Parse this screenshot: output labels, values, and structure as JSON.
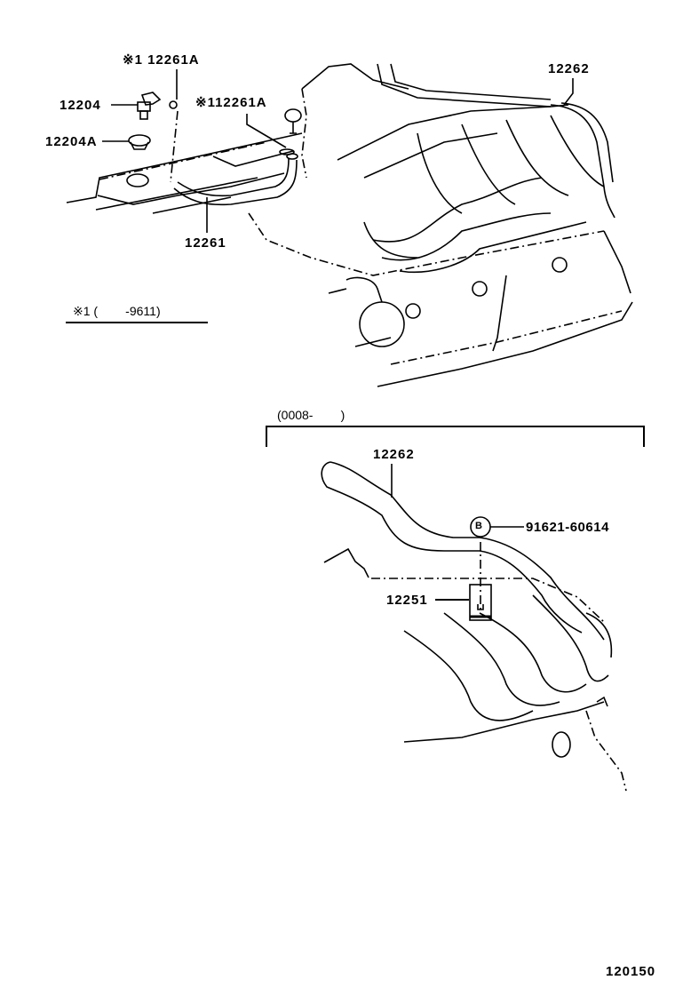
{
  "diagram": {
    "figure_number": "120150",
    "upper_view": {
      "callouts": [
        {
          "id": "p12204",
          "text": "12204"
        },
        {
          "id": "p12204A",
          "text": "12204A"
        },
        {
          "id": "p12261A_left",
          "text": "※1 12261A"
        },
        {
          "id": "p12261A_mid",
          "text": "※112261A"
        },
        {
          "id": "p12261",
          "text": "12261"
        },
        {
          "id": "p12262",
          "text": "12262"
        }
      ],
      "footnote": "※1 (        -9611)"
    },
    "lower_view": {
      "date_range": "(0008-        )",
      "callouts": [
        {
          "id": "p12262",
          "text": "12262"
        },
        {
          "id": "p12251",
          "text": "12251"
        },
        {
          "id": "p91621",
          "text": "91621-60614"
        }
      ],
      "bolt_marker": "B"
    }
  }
}
